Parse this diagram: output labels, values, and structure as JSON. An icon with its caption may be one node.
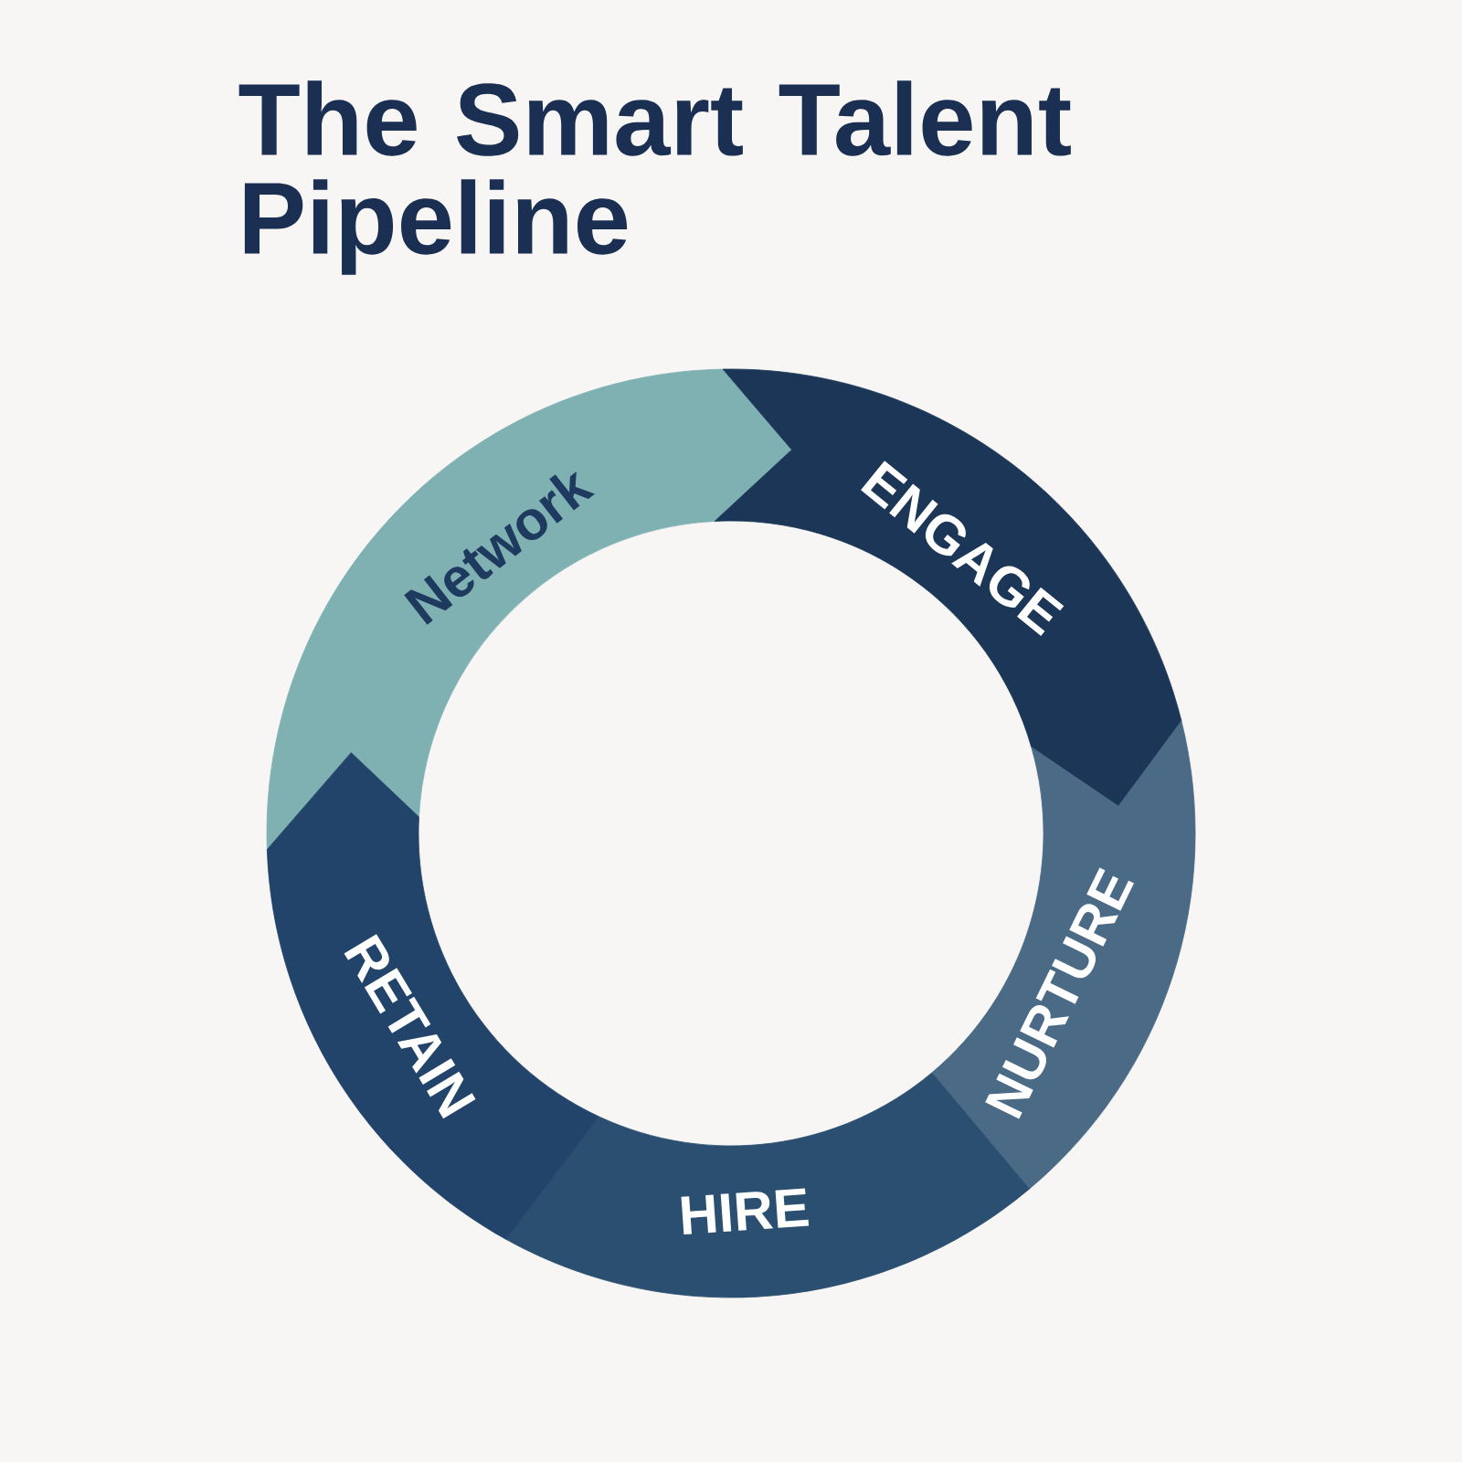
{
  "diagram": {
    "title": "The Smart Talent Pipeline",
    "nodes": [
      {
        "text": [
          "Network"
        ]
      },
      {
        "text": [
          "ENGAGE"
        ]
      },
      {
        "text": [
          "NURTURE"
        ]
      },
      {
        "text": [
          "HIRE"
        ]
      },
      {
        "text": [
          "RETAIN"
        ]
      }
    ]
  }
}
